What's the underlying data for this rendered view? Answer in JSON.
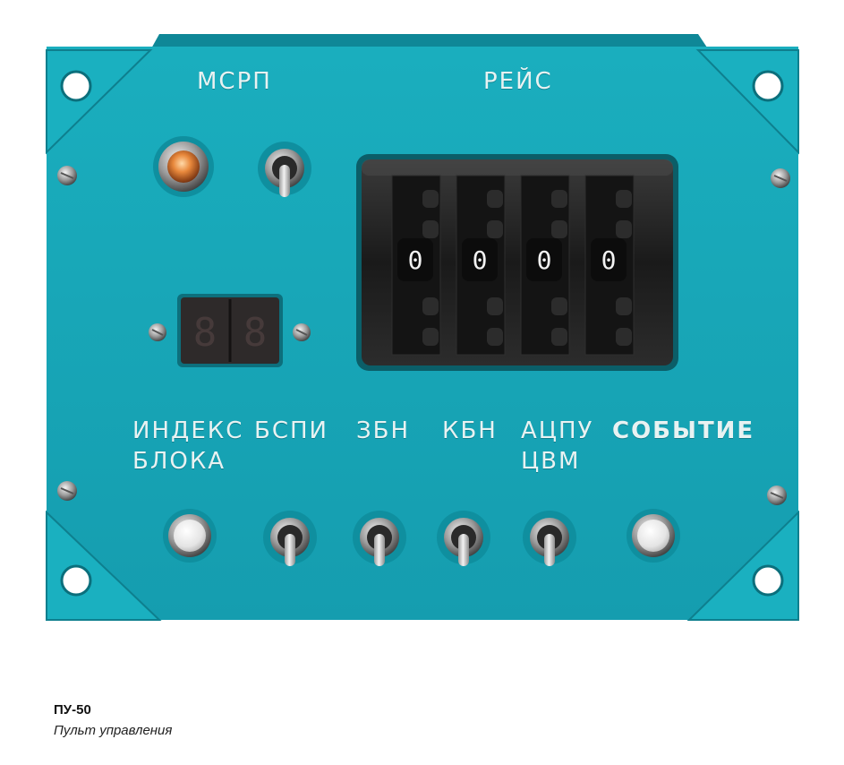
{
  "device": {
    "labels": {
      "msrp": "МСРП",
      "reis": "РЕЙС",
      "index_block": "ИНДЕКС\nБЛОКА",
      "bspi": "БСПИ",
      "zbn": "ЗБН",
      "kbn": "КБН",
      "acpu_cvm": "АЦПУ\nЦВМ",
      "sobytie": "СОБЫТИЕ"
    },
    "flight_counter": [
      "0",
      "0",
      "0",
      "0"
    ],
    "segment_display": [
      "8",
      "8"
    ]
  },
  "caption": {
    "title": "ПУ-50",
    "subtitle": "Пульт управления"
  },
  "colors": {
    "panel": "#19a6b6",
    "panel_shadow": "#0f8797",
    "indicator_lamp": "#e8883c"
  }
}
